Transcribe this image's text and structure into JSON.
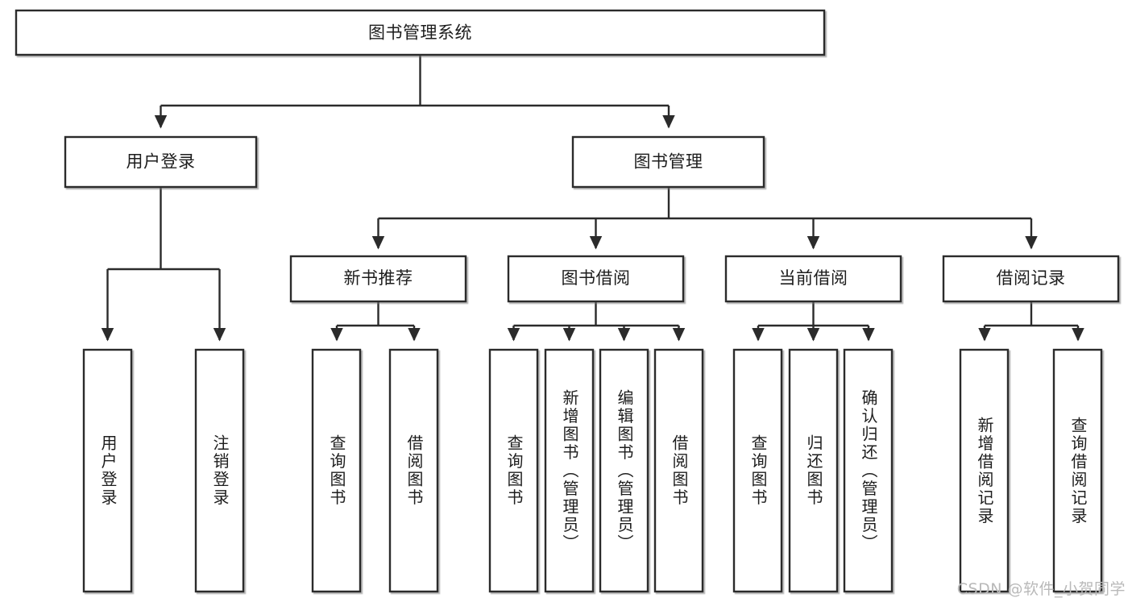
{
  "diagram": {
    "title": "图书管理系统",
    "type": "hierarchy-tree",
    "orientation": "top-down",
    "colors": {
      "box_stroke": "#2b2b2b",
      "box_fill": "#ffffff",
      "connector": "#2b2b2b",
      "text": "#1d1d1d",
      "watermark": "#b9b9b9",
      "background": "#ffffff"
    },
    "root": {
      "label": "图书管理系统",
      "orient": "horizontal"
    },
    "level2": [
      {
        "label": "用户登录",
        "orient": "horizontal"
      },
      {
        "label": "图书管理",
        "orient": "horizontal"
      }
    ],
    "level3": [
      {
        "label": "新书推荐",
        "orient": "horizontal"
      },
      {
        "label": "图书借阅",
        "orient": "horizontal"
      },
      {
        "label": "当前借阅",
        "orient": "horizontal"
      },
      {
        "label": "借阅记录",
        "orient": "horizontal"
      }
    ],
    "leaves": {
      "user_login": [
        {
          "label": "用户登录",
          "orient": "vertical"
        },
        {
          "label": "注销登录",
          "orient": "vertical"
        }
      ],
      "new_book_recommend": [
        {
          "label": "查询图书",
          "orient": "vertical"
        },
        {
          "label": "借阅图书",
          "orient": "vertical"
        }
      ],
      "book_borrow": [
        {
          "label": "查询图书",
          "orient": "vertical"
        },
        {
          "label": "新增图书（管理员）",
          "orient": "vertical"
        },
        {
          "label": "编辑图书（管理员）",
          "orient": "vertical"
        },
        {
          "label": "借阅图书",
          "orient": "vertical"
        }
      ],
      "current_borrow": [
        {
          "label": "查询图书",
          "orient": "vertical"
        },
        {
          "label": "归还图书",
          "orient": "vertical"
        },
        {
          "label": "确认归还（管理员）",
          "orient": "vertical"
        }
      ],
      "borrow_record": [
        {
          "label": "新增借阅记录",
          "orient": "vertical"
        },
        {
          "label": "查询借阅记录",
          "orient": "vertical"
        }
      ]
    },
    "watermark": "CSDN @软件_小贺同学"
  }
}
